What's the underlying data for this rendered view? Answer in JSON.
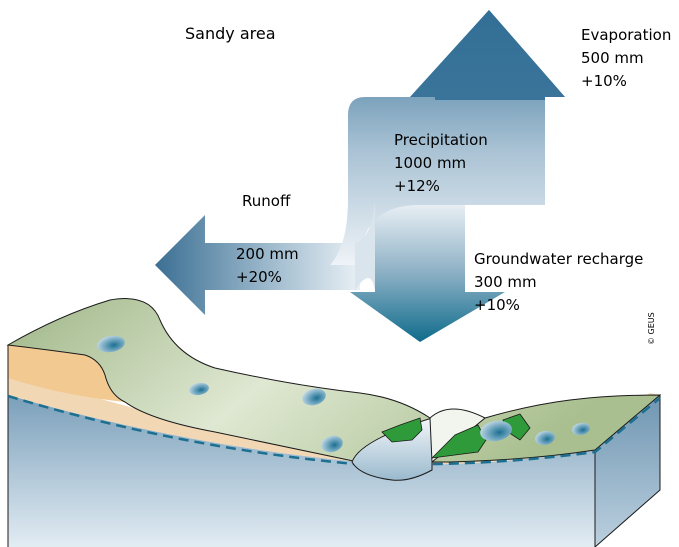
{
  "title": "Sandy area",
  "labels": {
    "evaporation": {
      "name": "Evaporation",
      "amount": "500 mm",
      "change": "+10%"
    },
    "precipitation": {
      "name": "Precipitation",
      "amount": "1000 mm",
      "change": "+12%"
    },
    "runoff": {
      "name": "Runoff",
      "amount": "200 mm",
      "change": "+20%"
    },
    "recharge": {
      "name": "Groundwater recharge",
      "amount": "300 mm",
      "change": "+10%"
    }
  },
  "credit": "© GEUS",
  "colors": {
    "arrow_dark": "#336f96",
    "arrow_light": "#eef3f7",
    "arrow_down_dark": "#0f6c8c",
    "land_green": "#a8bc8a",
    "land_light": "#eef2e4",
    "sand": "#f1d7b3",
    "water_table": "#1d6f8f",
    "ground_top": "#7ea2bc",
    "ground_bottom": "#dfe9f1",
    "vegetation": "#2f9a3a"
  }
}
